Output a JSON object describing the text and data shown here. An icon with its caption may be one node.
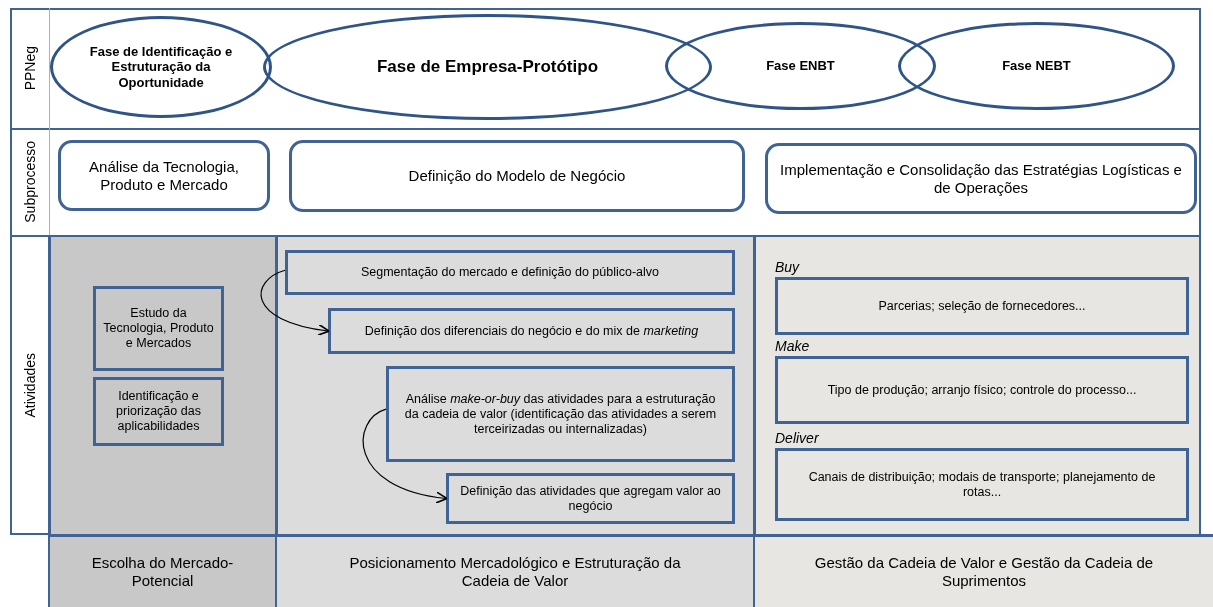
{
  "diagram": {
    "nodes": [
      {
        "text": [
          "Fase de Identificação e Estruturação da Oportunidade"
        ]
      },
      {
        "text": [
          "Fase de Empresa-Protótipo"
        ]
      },
      {
        "text": [
          "Fase ENBT"
        ]
      },
      {
        "text": [
          "Fase NEBT"
        ]
      },
      {
        "text": [
          "Análise da Tecnologia, Produto e Mercado"
        ]
      },
      {
        "text": [
          "Definição do Modelo de Negócio"
        ]
      },
      {
        "text": [
          "Implementação e Consolidação das Estratégias Logísticas e de Operações"
        ]
      },
      {
        "text": [
          "Estudo da Tecnologia, Produto e Mercados"
        ]
      },
      {
        "text": [
          "Identificação e priorização das aplicabilidades"
        ]
      },
      {
        "text": [
          "Segmentação do mercado e definição do público-alvo"
        ]
      },
      {
        "text": [
          "Definição dos diferenciais do negócio e do mix de *marketing*"
        ]
      },
      {
        "text": [
          "Análise *make-or-buy* das atividades para a estruturação da cadeia de valor (identificação das atividades a serem terceirizadas ou internalizadas)"
        ]
      },
      {
        "text": [
          "Definição das atividades que agregam valor ao negócio"
        ]
      },
      {
        "text": [
          "Parcerias; seleção de fornecedores..."
        ],
        "beside": [
          "Buy"
        ]
      },
      {
        "text": [
          "Tipo de produção; arranjo físico; controle do processo..."
        ],
        "beside": [
          "Make"
        ]
      },
      {
        "text": [
          "Canais de distribuição; modais de transporte; planejamento de rotas..."
        ],
        "beside": [
          "Deliver"
        ]
      },
      {
        "text": [
          "Escolha do Mercado-Potencial"
        ]
      },
      {
        "text": [
          "Posicionamento Mercadológico e Estruturação da Cadeia de Valor"
        ]
      },
      {
        "text": [
          "Gestão da Cadeia de Valor e Gestão da Cadeia de Suprimentos"
        ]
      }
    ],
    "edges": [
      {
        "from": 9,
        "to": 10,
        "arrow": "to"
      },
      {
        "from": 11,
        "to": 12,
        "arrow": "to"
      }
    ],
    "labels": [
      "PPNeg",
      "Subprocesso",
      "Atividades"
    ]
  }
}
